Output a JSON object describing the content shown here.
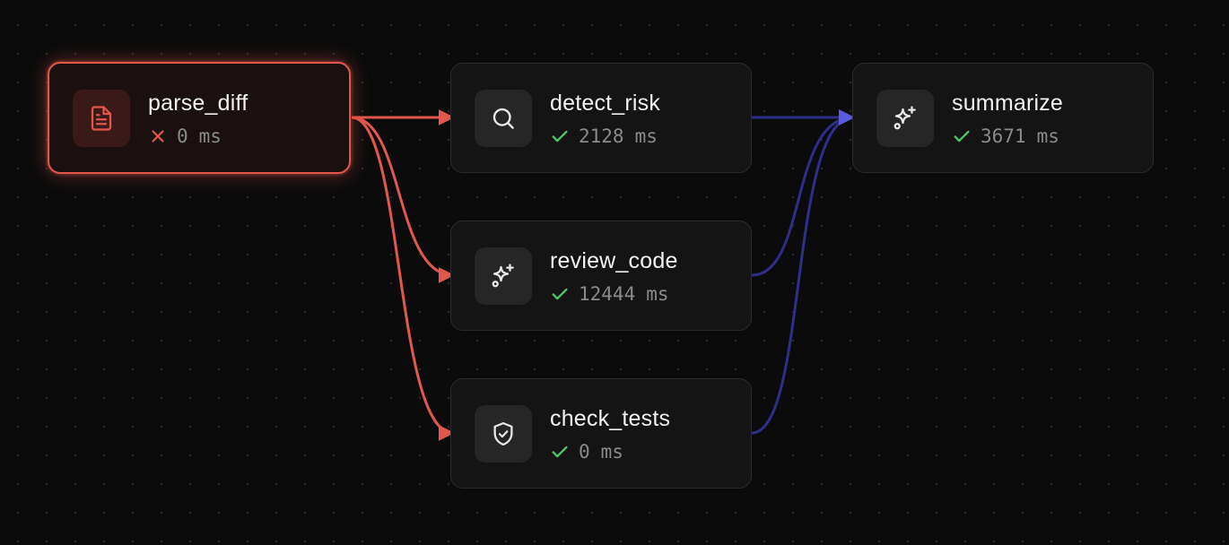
{
  "colors": {
    "background": "#0b0b0b",
    "node_fill": "#141414",
    "node_border": "#2b2b2b",
    "failed_accent": "#e2574c",
    "success_accent": "#4cc46a",
    "edge_error": "#e2574c",
    "edge_default": "#2f2f8a",
    "edge_arrow_active": "#5a5ae0"
  },
  "nodes": [
    {
      "id": "parse_diff",
      "title": "parse_diff",
      "icon": "file-text-icon",
      "status": "error",
      "duration": "0",
      "unit": "ms"
    },
    {
      "id": "detect_risk",
      "title": "detect_risk",
      "icon": "search-icon",
      "status": "success",
      "duration": "2128",
      "unit": "ms"
    },
    {
      "id": "review_code",
      "title": "review_code",
      "icon": "sparkles-icon",
      "status": "success",
      "duration": "12444",
      "unit": "ms"
    },
    {
      "id": "check_tests",
      "title": "check_tests",
      "icon": "shield-check-icon",
      "status": "success",
      "duration": "0",
      "unit": "ms"
    },
    {
      "id": "summarize",
      "title": "summarize",
      "icon": "sparkles-icon",
      "status": "success",
      "duration": "3671",
      "unit": "ms"
    }
  ],
  "edges": [
    {
      "from": "parse_diff",
      "to": "detect_risk",
      "style": "error"
    },
    {
      "from": "parse_diff",
      "to": "review_code",
      "style": "error"
    },
    {
      "from": "parse_diff",
      "to": "check_tests",
      "style": "error"
    },
    {
      "from": "detect_risk",
      "to": "summarize",
      "style": "default"
    },
    {
      "from": "review_code",
      "to": "summarize",
      "style": "default"
    },
    {
      "from": "check_tests",
      "to": "summarize",
      "style": "default"
    }
  ]
}
